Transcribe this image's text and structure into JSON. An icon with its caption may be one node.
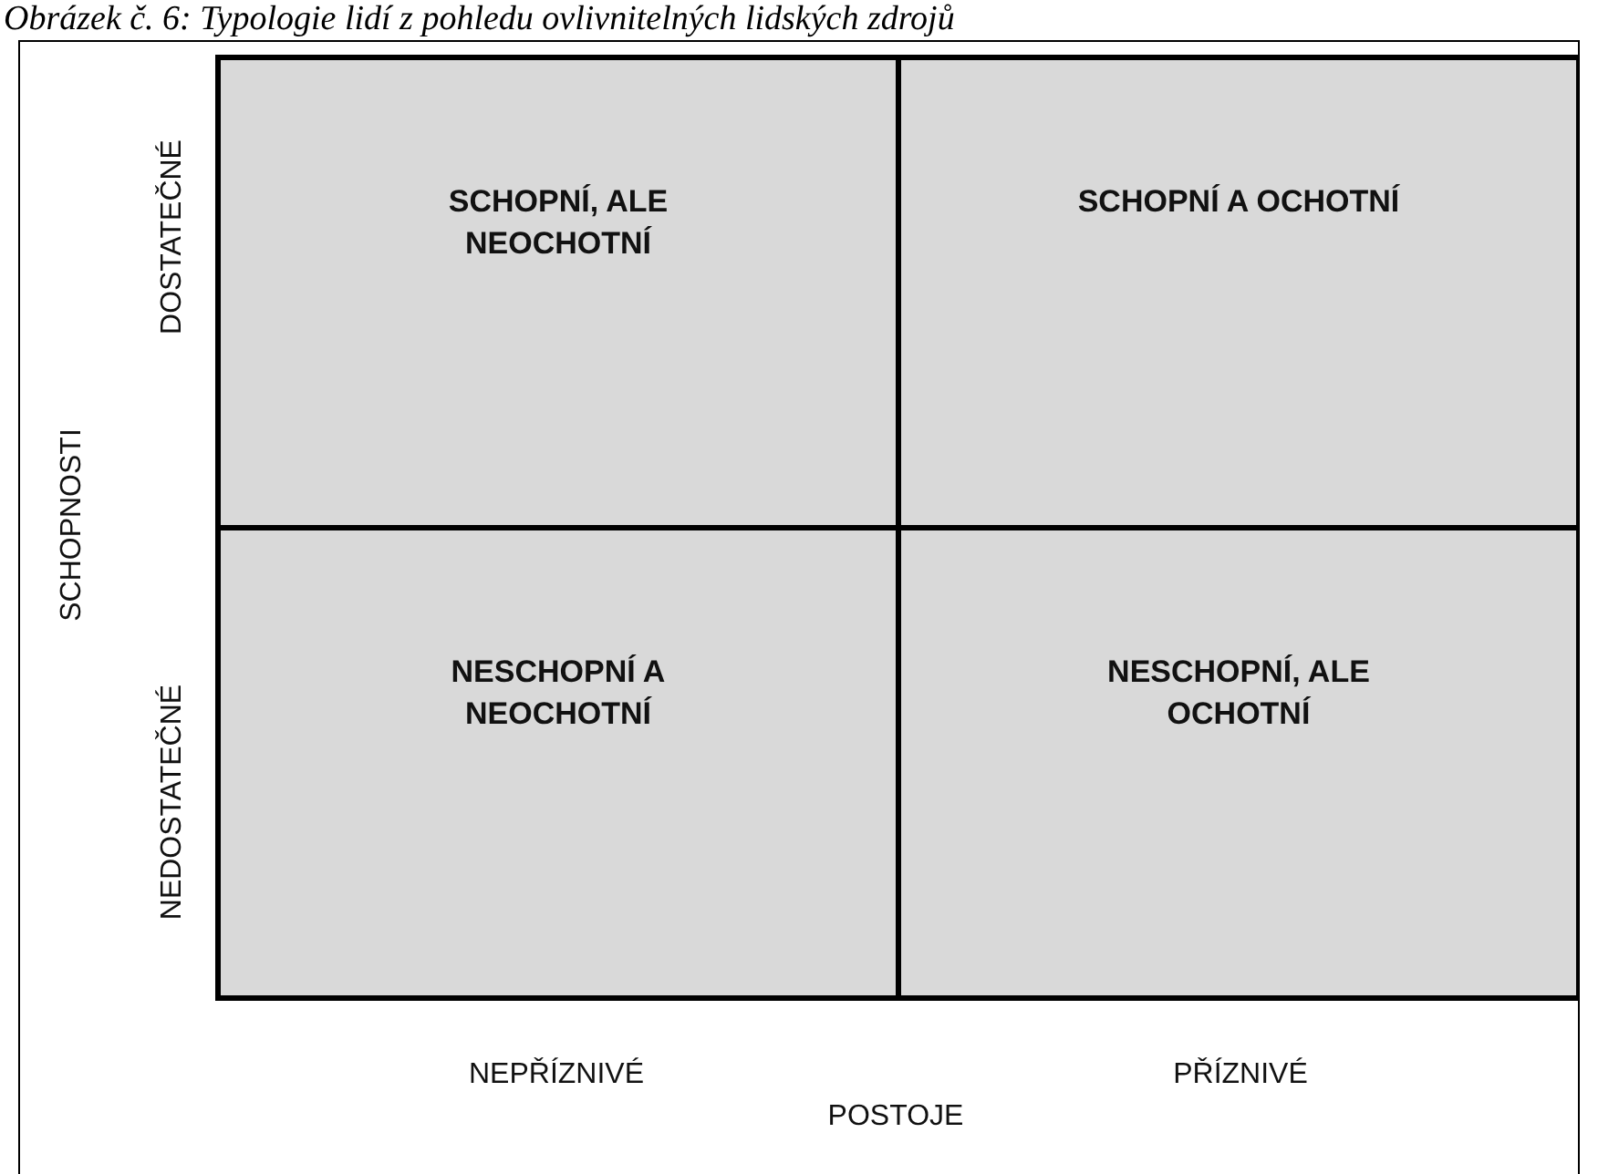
{
  "diagram": {
    "title": "Obrázek č. 6: Typologie lidí z pohledu ovlivnitelných lidských zdrojů",
    "nodes": [
      {
        "text": [
          "SCHOPNÍ, ALE NEOCHOTNÍ"
        ]
      },
      {
        "text": [
          "SCHOPNÍ A OCHOTNÍ"
        ]
      },
      {
        "text": [
          "NESCHOPNÍ A NEOCHOTNÍ"
        ]
      },
      {
        "text": [
          "NESCHOPNÍ, ALE OCHOTNÍ"
        ]
      }
    ],
    "labels": [
      "DOSTATEČNÉ",
      "SCHOPNOSTI",
      "NEDOSTATEČNÉ",
      "NEPŘÍZNIVÉ",
      "PŘÍZNIVÉ",
      "POSTOJE"
    ]
  }
}
